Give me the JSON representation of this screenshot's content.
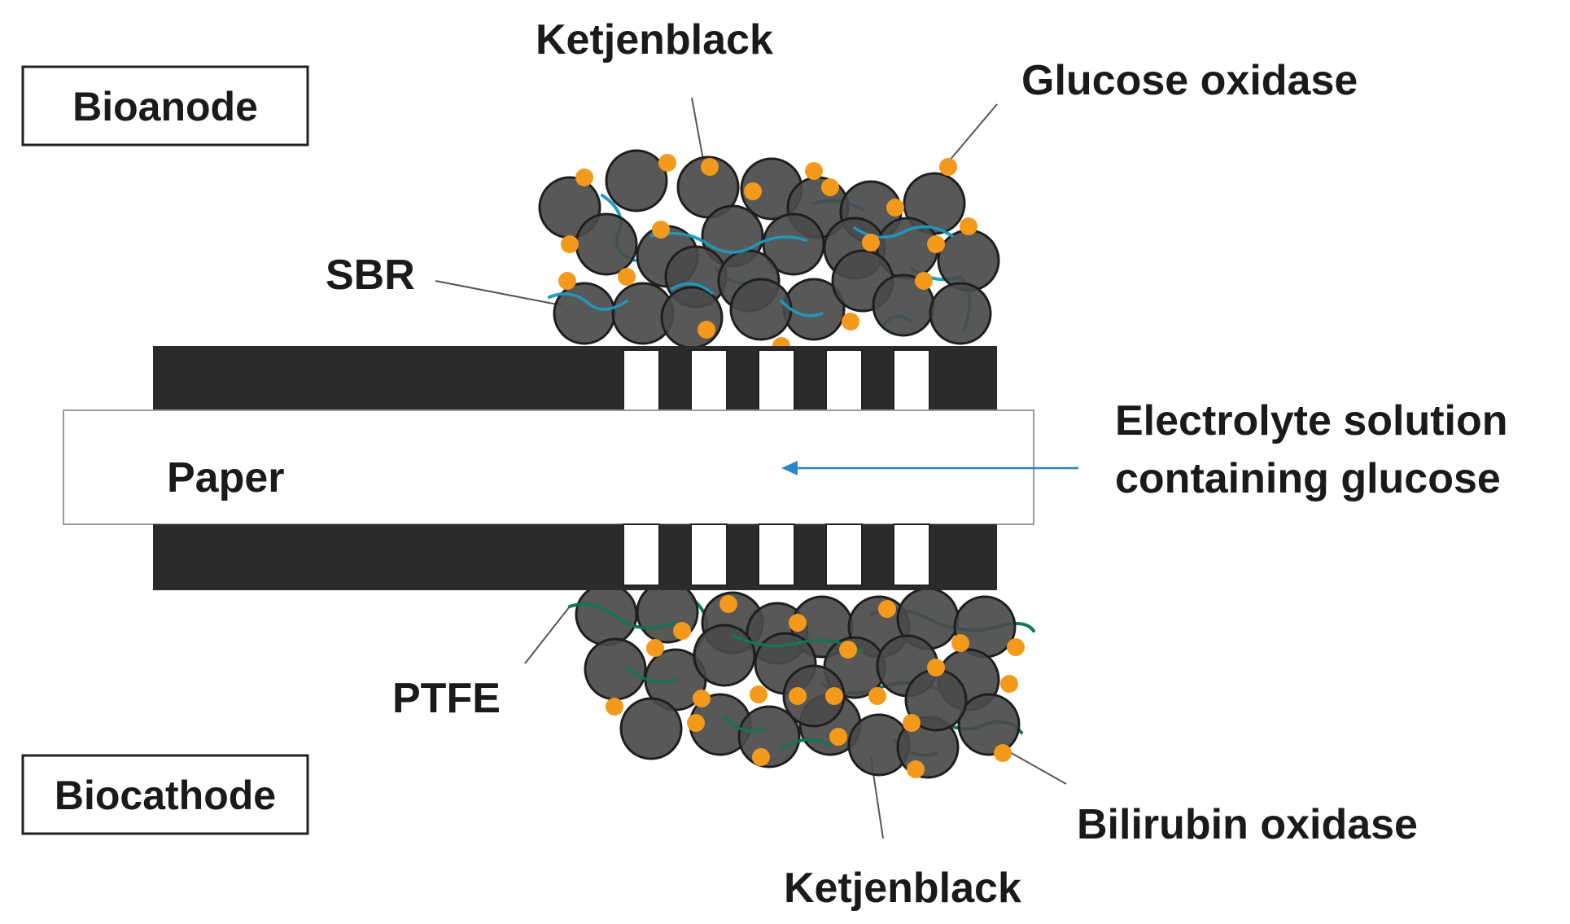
{
  "labels": {
    "bioanode": "Bioanode",
    "biocathode": "Biocathode",
    "ketjenblack_top": "Ketjenblack",
    "ketjenblack_bottom": "Ketjenblack",
    "glucose_oxidase": "Glucose oxidase",
    "sbr": "SBR",
    "ptfe": "PTFE",
    "paper": "Paper",
    "electrolyte_line1": "Electrolyte solution",
    "electrolyte_line2": "containing glucose",
    "bilirubin_oxidase": "Bilirubin oxidase"
  },
  "colors": {
    "electrode": "#2b2b2b",
    "particle": "#4a4a4a",
    "particle_stroke": "#1e1e1e",
    "enzyme": "#f39a1c",
    "sbr_binder": "#1f9ec4",
    "ptfe_binder": "#0f7a55",
    "arrow": "#2a86c8",
    "paper_fill": "#ffffff",
    "paper_stroke": "#9a9a9a"
  },
  "icons": {
    "particle": "ketjenblack-particle-icon",
    "enzyme": "enzyme-dot-icon",
    "arrow": "flow-arrow-icon"
  }
}
